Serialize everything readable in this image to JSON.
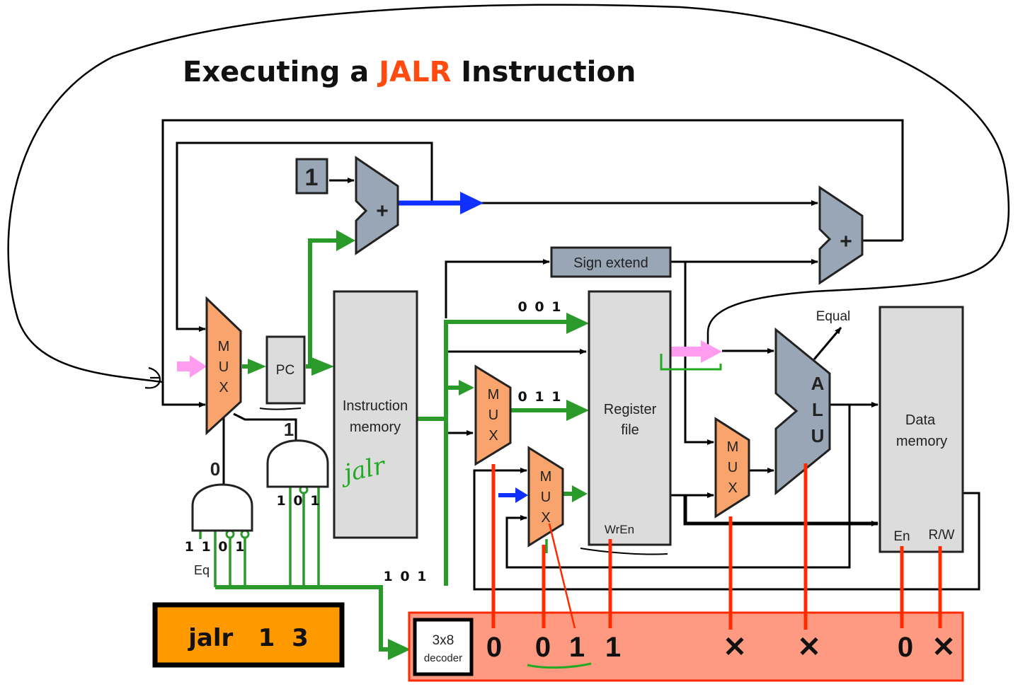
{
  "title": {
    "prefix": "Executing a ",
    "highlight": "JALR",
    "suffix": " Instruction"
  },
  "colors": {
    "alu_gray": "#98a6b6",
    "mux_orange": "#f8a46c",
    "control_bg": "#ff9a82",
    "instr_box": "#ff9900",
    "active_path": "#2a9a2a",
    "blue_path": "#1030ff",
    "control_line": "#ff2a00",
    "pink_arrow": "#ff9cf0",
    "highlight_title": "#ff4a10"
  },
  "blocks": {
    "const_one": "1",
    "adder_plus": "+",
    "pc": "PC",
    "instr_mem_line1": "Instruction",
    "instr_mem_line2": "memory",
    "sign_extend": "Sign extend",
    "reg_line1": "Register",
    "reg_line2": "file",
    "wren": "WrEn",
    "alu": [
      "A",
      "L",
      "U"
    ],
    "equal": "Equal",
    "data_mem_line1": "Data",
    "data_mem_line2": "memory",
    "en": "En",
    "rw": "R/W",
    "mux": [
      "M",
      "U",
      "X"
    ],
    "decoder_line1": "3x8",
    "decoder_line2": "decoder"
  },
  "signals": {
    "reg_a": "0 0 1",
    "reg_b": "0 1 1",
    "opcode": "1 0 1",
    "and1_out": "0",
    "and2_out": "1",
    "and1_in": "1 1 0 1",
    "and2_in": "1 0 1",
    "eq": "Eq"
  },
  "control_values": [
    "0",
    "0",
    "1",
    "1",
    "✕",
    "✕",
    "0",
    "✕"
  ],
  "instruction": "jalr   1  3",
  "annotation": "jalr"
}
